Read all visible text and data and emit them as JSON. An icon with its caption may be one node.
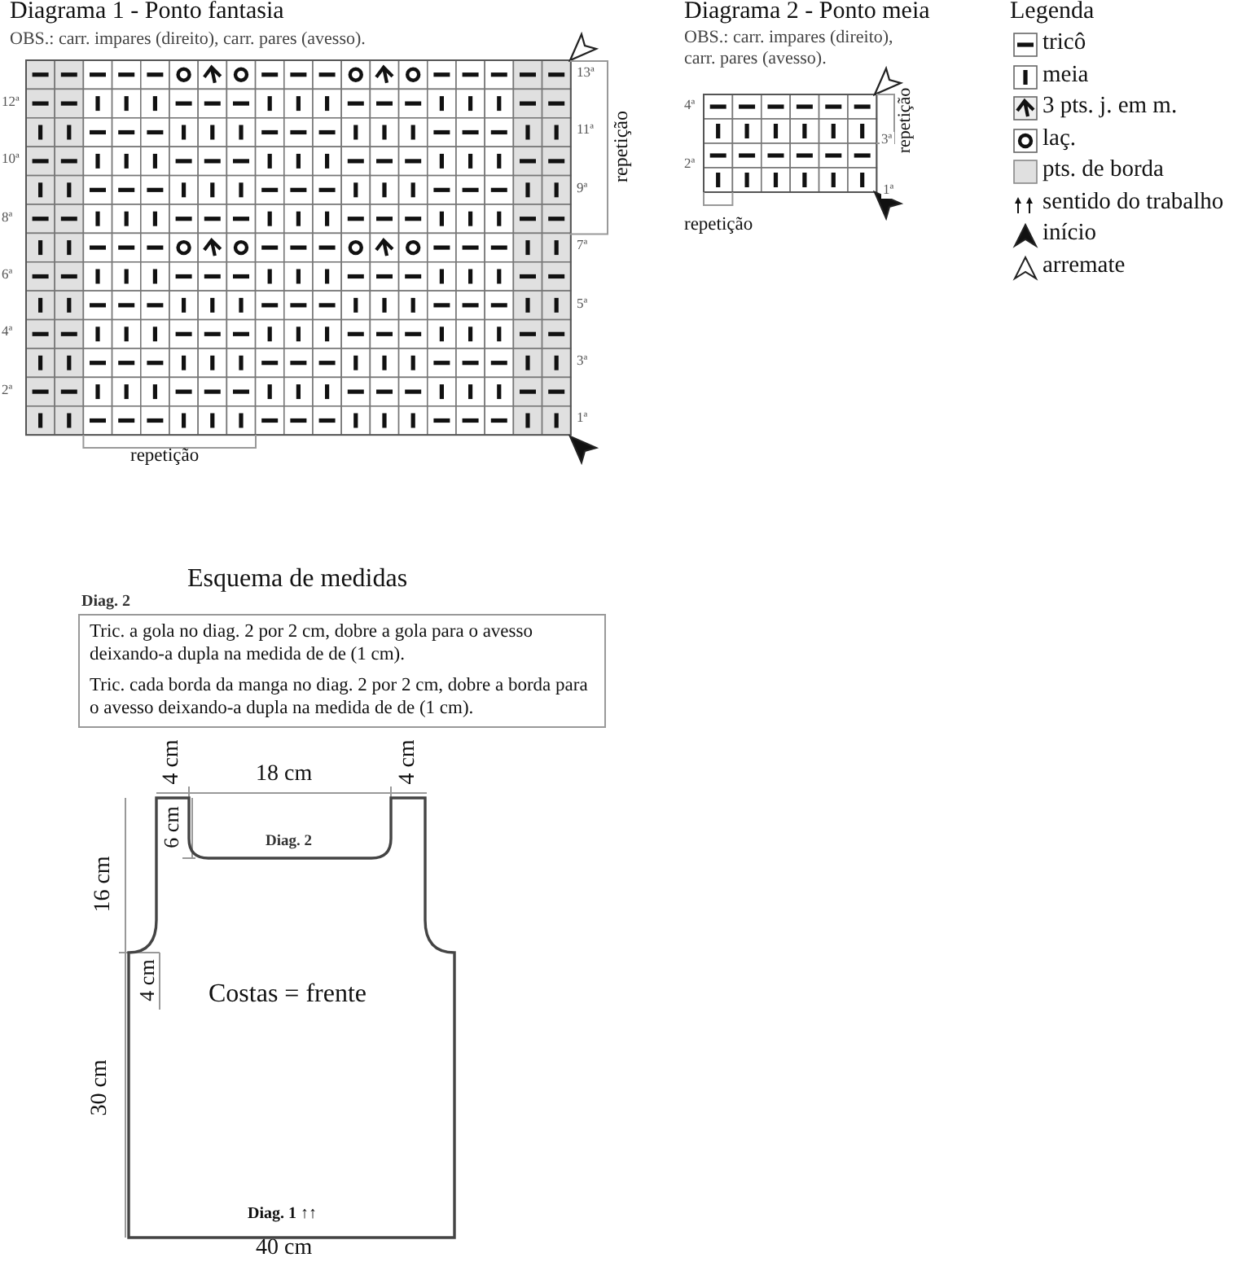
{
  "diagram": {
    "nodes": [
      {
        "text": [
          "Tric. a gola no diag. 2 por 2 cm, dobre a gola para o avesso deixando-a dupla na medida de de (1 cm).",
          "Tric. cada borda da manga no diag. 2 por 2 cm, dobre a borda para o avesso deixando-a dupla na medida de de (1 cm)."
        ]
      },
      {
        "text": [
          "Diag. 2",
          "Costas = frente",
          "Diag. 1 ↑↑"
        ]
      }
    ],
    "labels": [
      "Diagrama 1 - Ponto fantasia",
      "OBS.: carr. impares (direito), carr. pares (avesso).",
      "13ª",
      "12ª",
      "11ª",
      "10ª",
      "9ª",
      "8ª",
      "7ª",
      "6ª",
      "5ª",
      "4ª",
      "3ª",
      "2ª",
      "1ª",
      "repetição",
      "repetição",
      "Diagrama 2 - Ponto meia",
      "OBS.: carr. impares (direito), carr. pares (avesso).",
      "4ª",
      "3ª",
      "2ª",
      "1ª",
      "repetição",
      "repetição",
      "Legenda",
      "Esquema de medidas",
      "Diag. 2",
      "4 cm",
      "18 cm",
      "4 cm",
      "6 cm",
      "16 cm",
      "4 cm",
      "30 cm",
      "40 cm"
    ],
    "legend": [
      {
        "text": "tricô"
      },
      {
        "text": "meia"
      },
      {
        "text": "3 pts. j. em m."
      },
      {
        "text": "laç."
      },
      {
        "text": "pts. de borda",
        "color": "#e0e0e0"
      },
      {
        "text": "sentido do trabalho"
      },
      {
        "text": "início"
      },
      {
        "text": "arremate"
      }
    ]
  }
}
